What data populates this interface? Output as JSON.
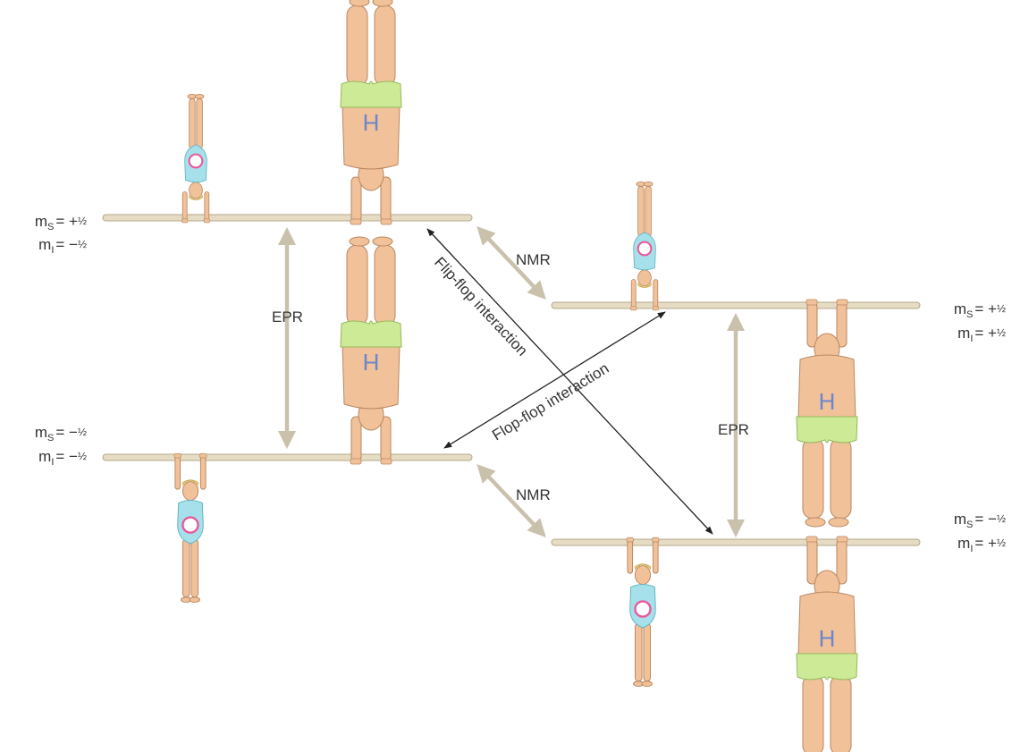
{
  "colors": {
    "bar": "#e6dcc4",
    "bar_edge": "#b4a88c",
    "skin": "#f1c29a",
    "skin_edge": "#b98660",
    "electron_suit": "#a6e0ea",
    "electron_dot": "#e9589b",
    "proton_shorts": "#cdea97",
    "proton_letter": "#6a86cc",
    "hair": "#f2d978",
    "gray_arrow": "#c9c1ab",
    "black_arrow": "#222222"
  },
  "figures": {
    "electron_icon": "electron-gymnast-icon",
    "proton_icon": "proton-gymnast-icon",
    "proton_label": "H"
  },
  "levels": [
    {
      "ms_prefix": "m",
      "ms_sub": "S",
      "ms_value": "= +",
      "ms_frac": "½",
      "mi_prefix": "m",
      "mi_sub": "I",
      "mi_value": "= −",
      "mi_frac": "½"
    },
    {
      "ms_prefix": "m",
      "ms_sub": "S",
      "ms_value": "= −",
      "ms_frac": "½",
      "mi_prefix": "m",
      "mi_sub": "I",
      "mi_value": "= −",
      "mi_frac": "½"
    },
    {
      "ms_prefix": "m",
      "ms_sub": "S",
      "ms_value": "= +",
      "ms_frac": "½",
      "mi_prefix": "m",
      "mi_sub": "I",
      "mi_value": "= +",
      "mi_frac": "½"
    },
    {
      "ms_prefix": "m",
      "ms_sub": "S",
      "ms_value": "= −",
      "ms_frac": "½",
      "mi_prefix": "m",
      "mi_sub": "I",
      "mi_value": "= +",
      "mi_frac": "½"
    }
  ],
  "transitions": {
    "epr_left": "EPR",
    "epr_right": "EPR",
    "nmr_top": "NMR",
    "nmr_bottom": "NMR",
    "flip_flop": "Flip-flop interaction",
    "flop_flop": "Flop-flop interaction"
  }
}
